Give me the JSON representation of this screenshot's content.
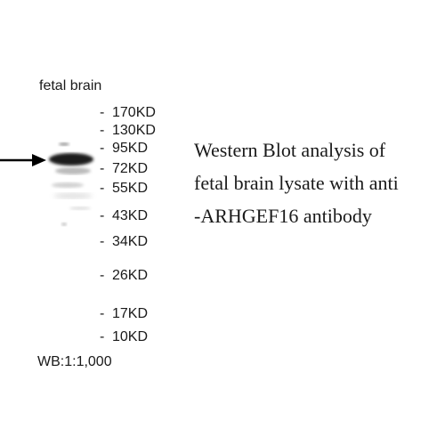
{
  "sample_label": "fetal brain",
  "markers": [
    {
      "label": "170KD"
    },
    {
      "label": "130KD"
    },
    {
      "label": "95KD"
    },
    {
      "label": "72KD"
    },
    {
      "label": "55KD"
    },
    {
      "label": "43KD"
    },
    {
      "label": "34KD"
    },
    {
      "label": "26KD"
    },
    {
      "label": "17KD"
    },
    {
      "label": "10KD"
    }
  ],
  "caption_lines": [
    "Western Blot analysis of",
    "fetal brain lysate with anti",
    "-ARHGEF16 antibody"
  ],
  "dilution": "WB:1:1,000",
  "colors": {
    "text": "#1a1a1a",
    "band": "#1e1e1e",
    "arrow": "#000000"
  }
}
